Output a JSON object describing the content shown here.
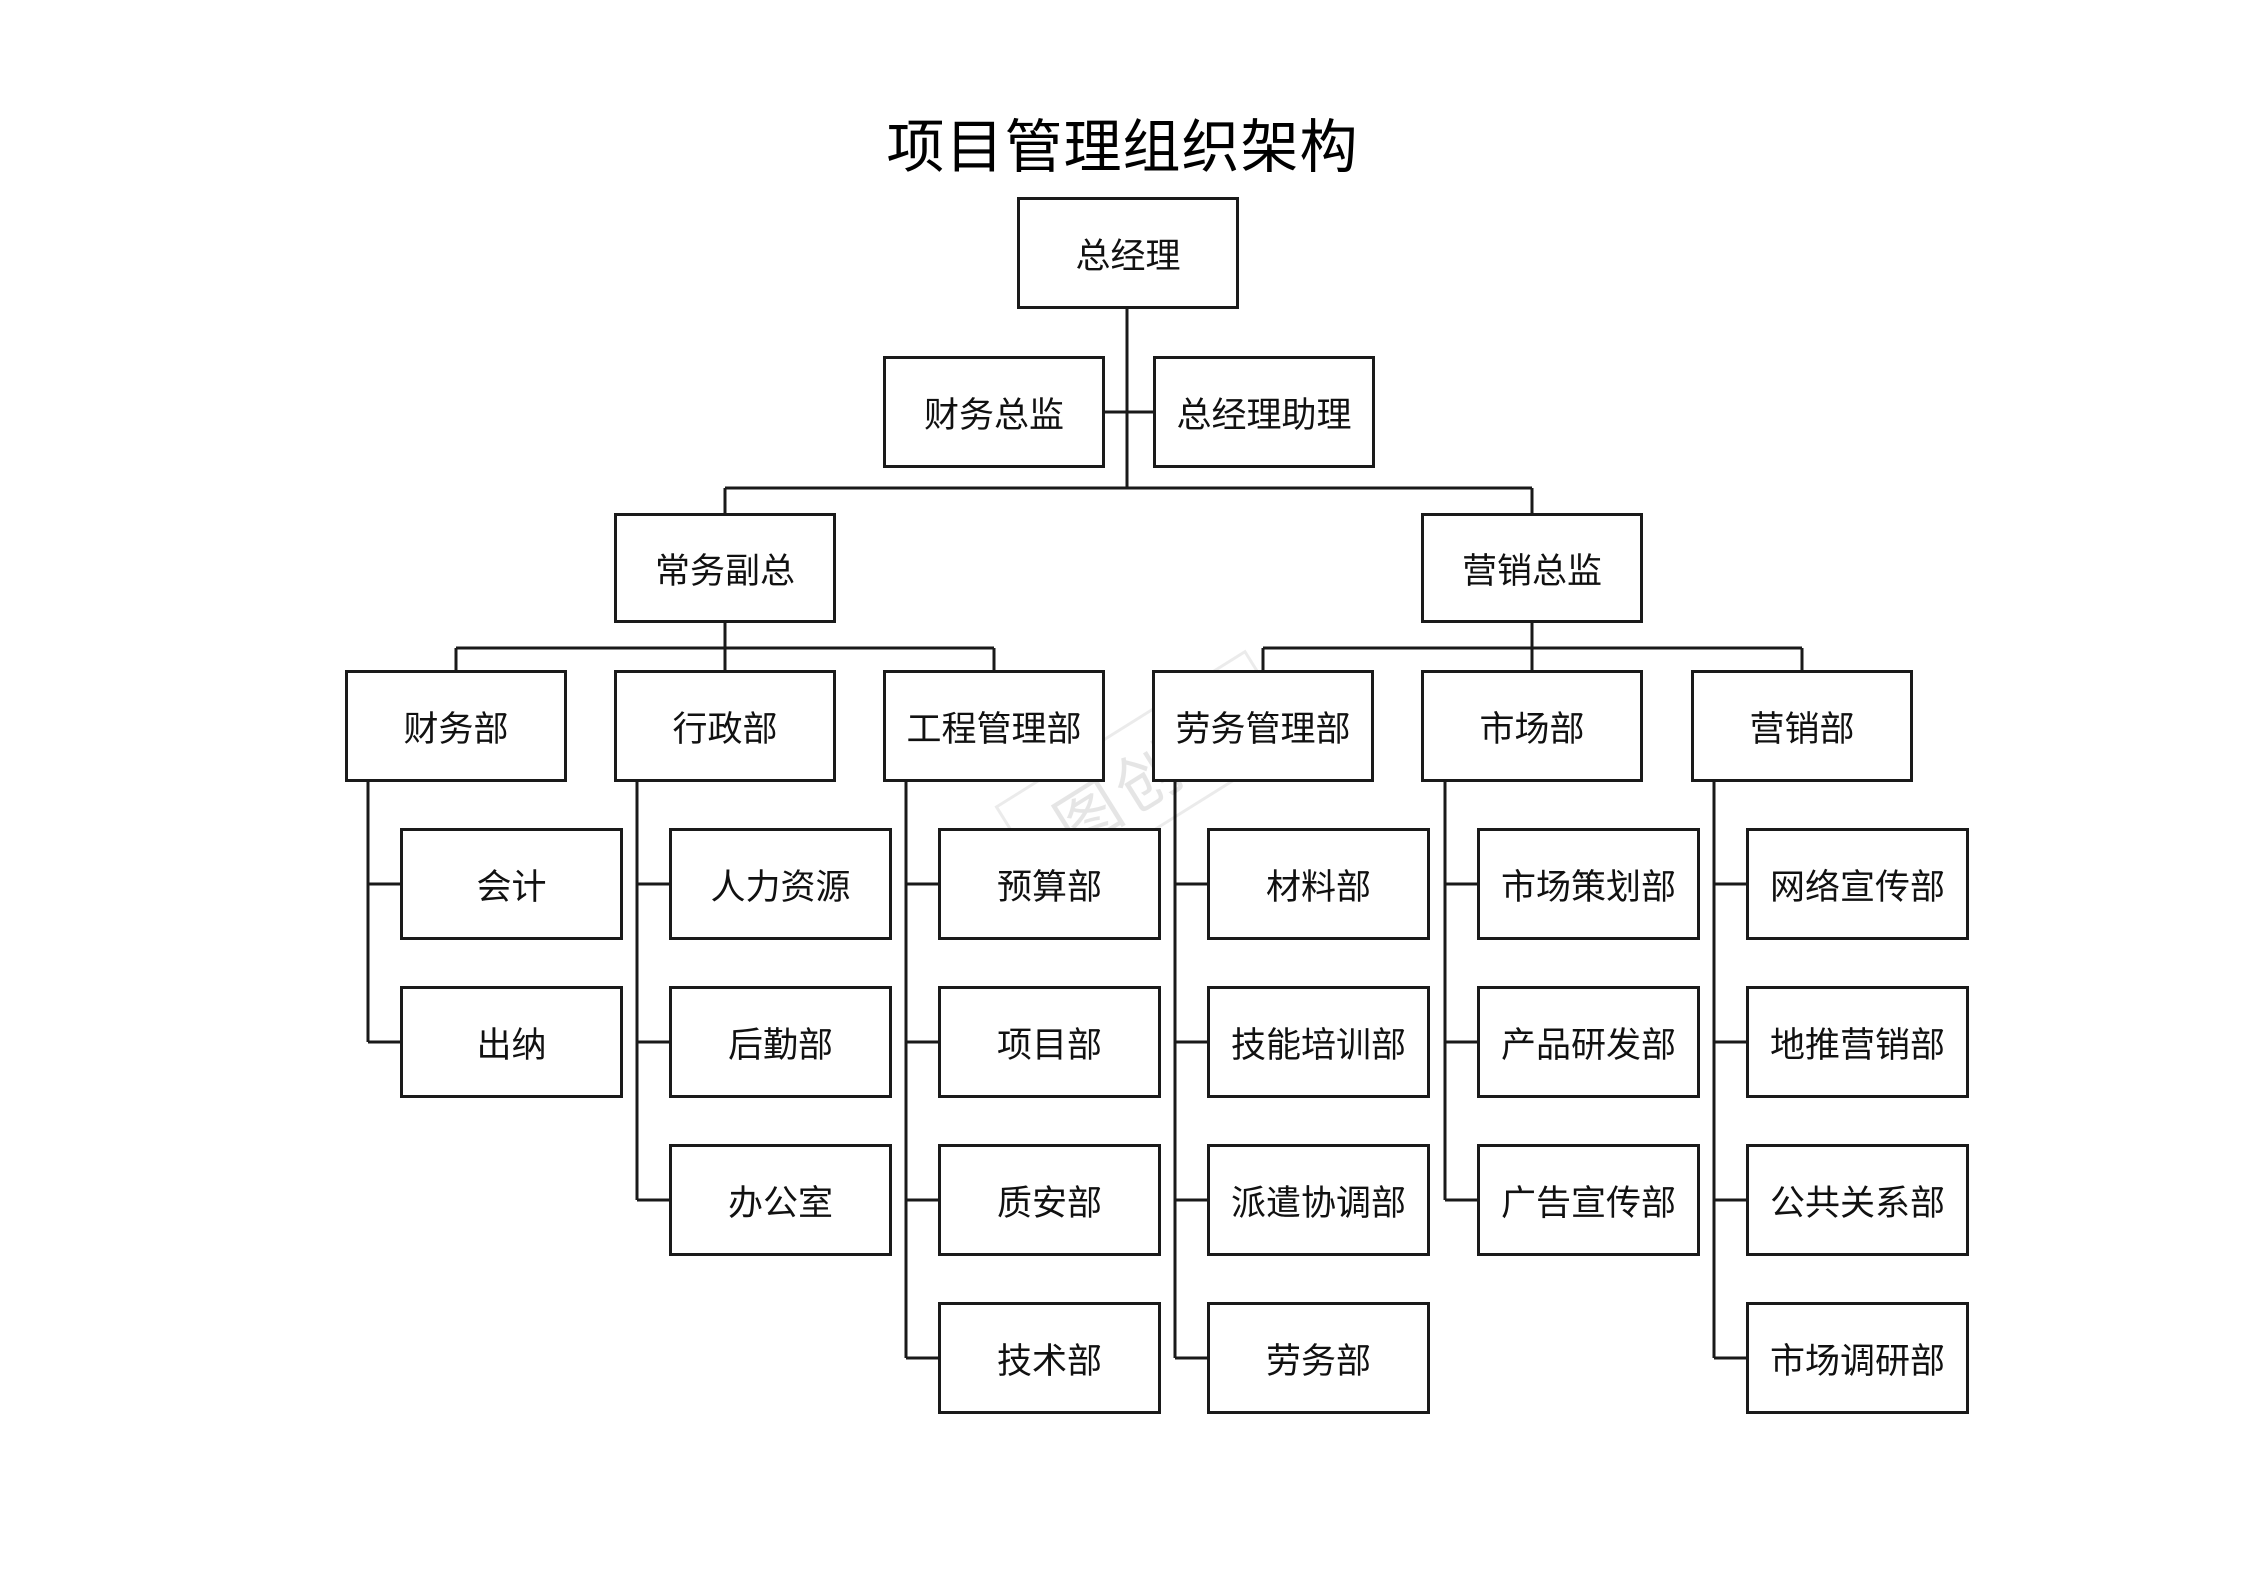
{
  "title": "项目管理组织架构",
  "watermark": "图创网",
  "nodes": {
    "ceo": "总经理",
    "cfo": "财务总监",
    "ceo_assistant": "总经理助理",
    "exec_vp": "常务副总",
    "marketing_director": "营销总监",
    "finance_dept": "财务部",
    "admin_dept": "行政部",
    "engineering_dept": "工程管理部",
    "labor_dept": "劳务管理部",
    "market_dept": "市场部",
    "sales_dept": "营销部",
    "accounting": "会计",
    "cashier": "出纳",
    "hr": "人力资源",
    "logistics": "后勤部",
    "office": "办公室",
    "budget": "预算部",
    "project": "项目部",
    "quality_safety": "质安部",
    "technical": "技术部",
    "materials": "材料部",
    "skills_training": "技能培训部",
    "dispatch_coordination": "派遣协调部",
    "labor": "劳务部",
    "market_planning": "市场策划部",
    "product_rd": "产品研发部",
    "advertising": "广告宣传部",
    "online_promotion": "网络宣传部",
    "ground_sales": "地推营销部",
    "public_relations": "公共关系部",
    "market_research": "市场调研部"
  }
}
